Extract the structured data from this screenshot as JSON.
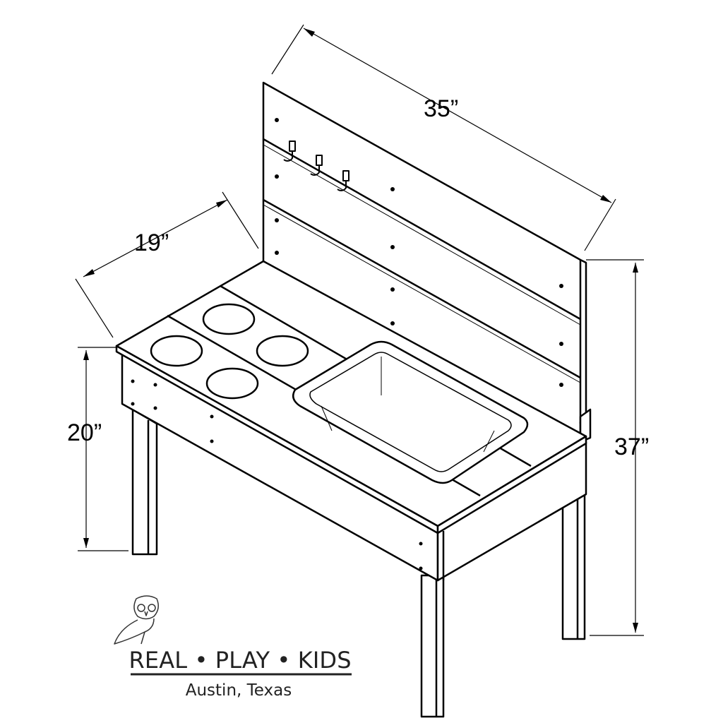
{
  "dimensions": {
    "width": "35”",
    "depth": "19”",
    "table_height": "20”",
    "total_height": "37”"
  },
  "logo": {
    "brand": "REAL • PLAY • KIDS",
    "location": "Austin, Texas"
  }
}
